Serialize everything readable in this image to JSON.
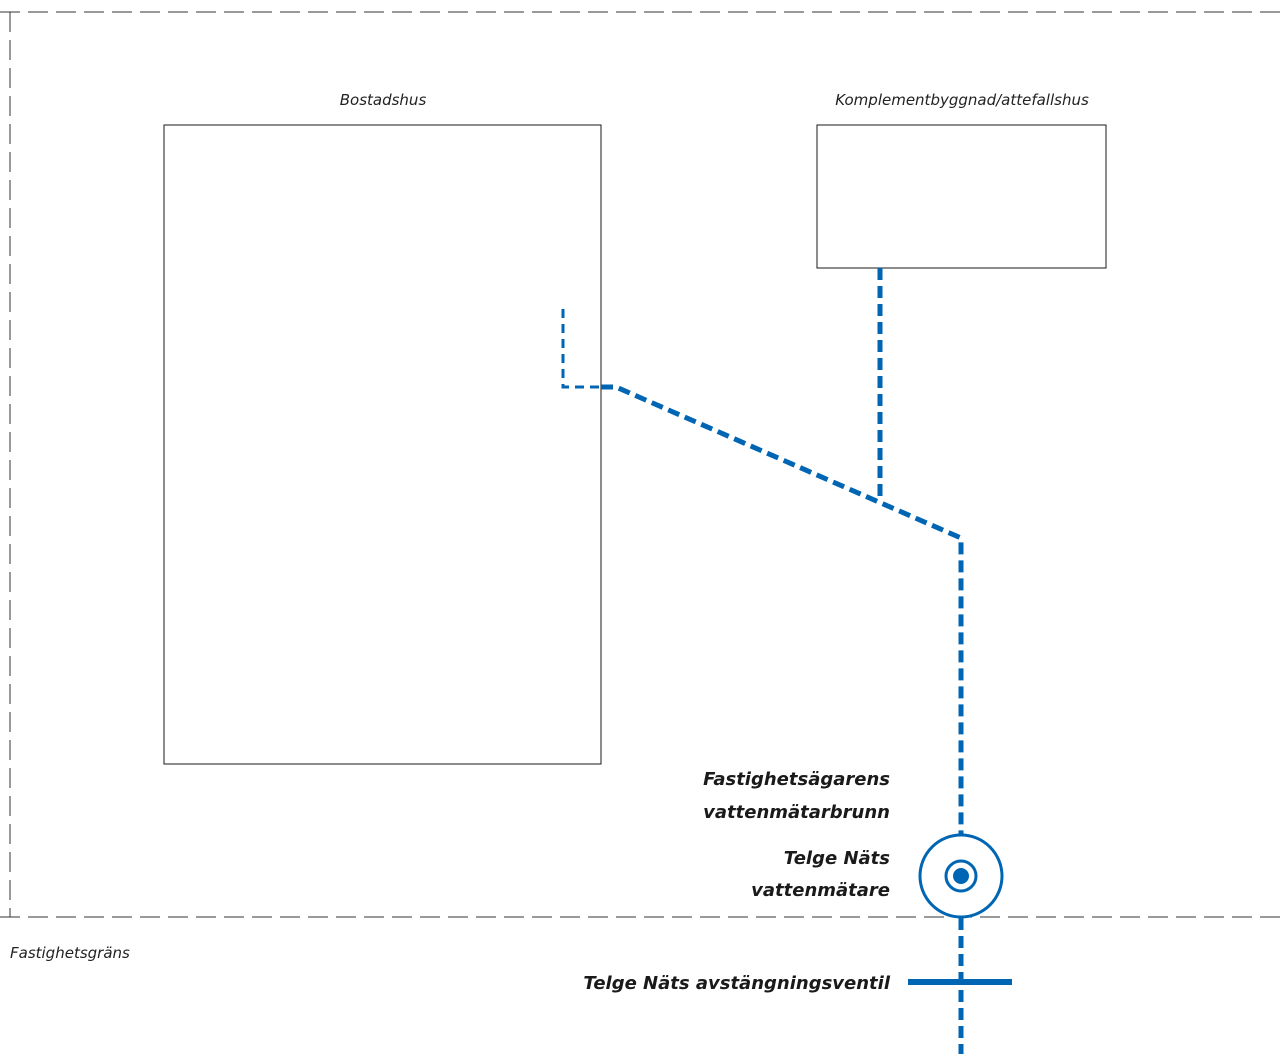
{
  "labels": {
    "house": "Bostadshus",
    "annex": "Komplementbyggnad/attefallshus",
    "boundary": "Fastighetsgräns",
    "meter_well_line1": "Fastighetsägarens",
    "meter_well_line2": "vattenmätarbrunn",
    "meter_line1": "Telge Näts",
    "meter_line2": "vattenmätare",
    "shutoff_valve": "Telge Näts avstängningsventil"
  },
  "colors": {
    "pipe": "#0066b3",
    "outline": "#1a1a1a",
    "boundary": "#333333",
    "text": "#222222"
  }
}
